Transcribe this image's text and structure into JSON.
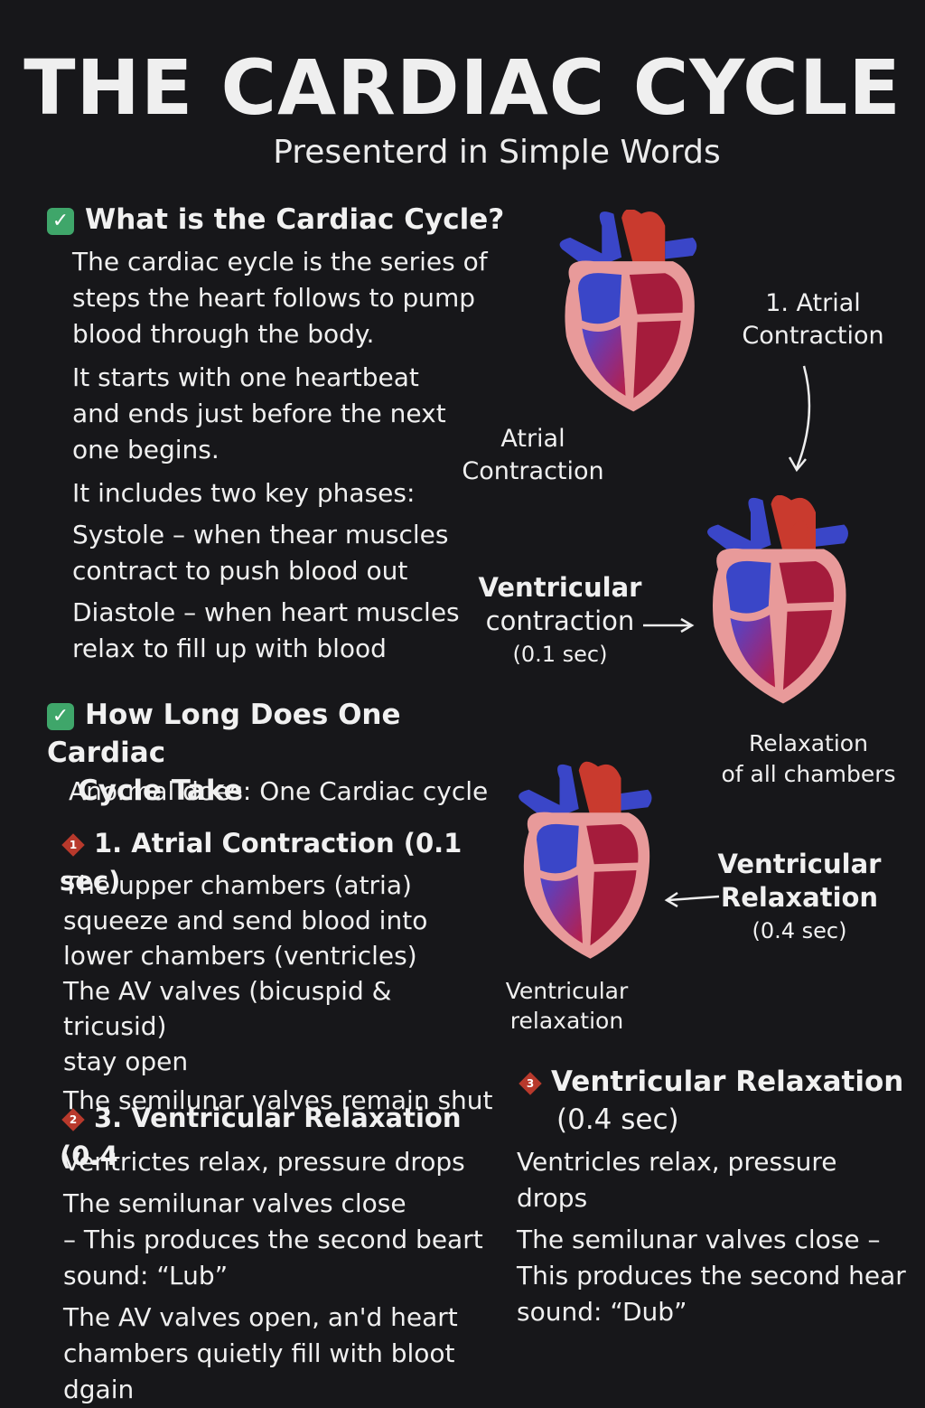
{
  "header": {
    "title": "THE CARDIAC CYCLE",
    "subtitle": "Presenterd in Simple Words"
  },
  "section1": {
    "heading": "What is the Cardiac Cycle?",
    "lines": [
      "The cardiac eycle is the series of",
      "steps the heart follows to pump",
      "blood through the body.",
      "It starts with one heartbeat",
      "and ends just before the next",
      "one begins.",
      "It includes two key phases:",
      "Systole – when thear muscles",
      "contract to push blood out",
      "Diastole – when heart muscles",
      "relax to fill up with blood"
    ]
  },
  "section2": {
    "heading_line1": "How Long Does One Cardiac",
    "heading_line2": "Cycle Take",
    "intro": "Anormal does: One Cardiac cycle",
    "phase1": {
      "marker": "1",
      "title": "1. Atrial Contraction (0.1 sec)",
      "lines": [
        "The upper chambers (atria)",
        "squeeze and send blood into",
        "lower chambers (ventricles)",
        "The AV valves (bicuspid & tricusid)",
        "stay open",
        "The semilunar valves remain shut"
      ]
    },
    "phase3_left": {
      "marker": "2",
      "title": "3. Ventricular Relaxation (0.4",
      "lines": [
        "Ventrictes relax, pressure drops",
        "The semilunar valves close",
        "– This produces the second beart",
        "sound: “Lub”",
        "The AV valves open, an'd heart",
        "chambers quietly fill with bloot dgain"
      ]
    },
    "phase3_right": {
      "marker": "3",
      "title_line1": "Ventricular Relaxation",
      "title_line2": "(0.4 sec)",
      "lines": [
        "Ventricles relax, pressure drops",
        "The semilunar valves close –",
        "This produces the second hear",
        "sound: “Dub”"
      ]
    }
  },
  "diagram": {
    "label_atrial_top": [
      "1. Atrial",
      "Contraction"
    ],
    "label_atrial_left": [
      "Atrial",
      "Contraction"
    ],
    "label_ventricular_contraction": [
      "Ventricular",
      "contraction",
      "(0.1 sec)"
    ],
    "label_relaxation_all": [
      "Relaxation",
      "of all chambers"
    ],
    "label_ventricular_relaxation": [
      "Ventricular",
      "Relaxation",
      "(0.4 sec)"
    ],
    "label_ventricular_relaxation_small": [
      "Ventricular",
      "relaxation"
    ]
  },
  "colors": {
    "background": "#17171a",
    "check": "#3fa66a",
    "marker": "#b8392c",
    "vessel_red": "#c93a2e",
    "vessel_blue": "#3a46c8",
    "myocardium": "#e89a9a",
    "chamber_red": "#a51c3c"
  }
}
